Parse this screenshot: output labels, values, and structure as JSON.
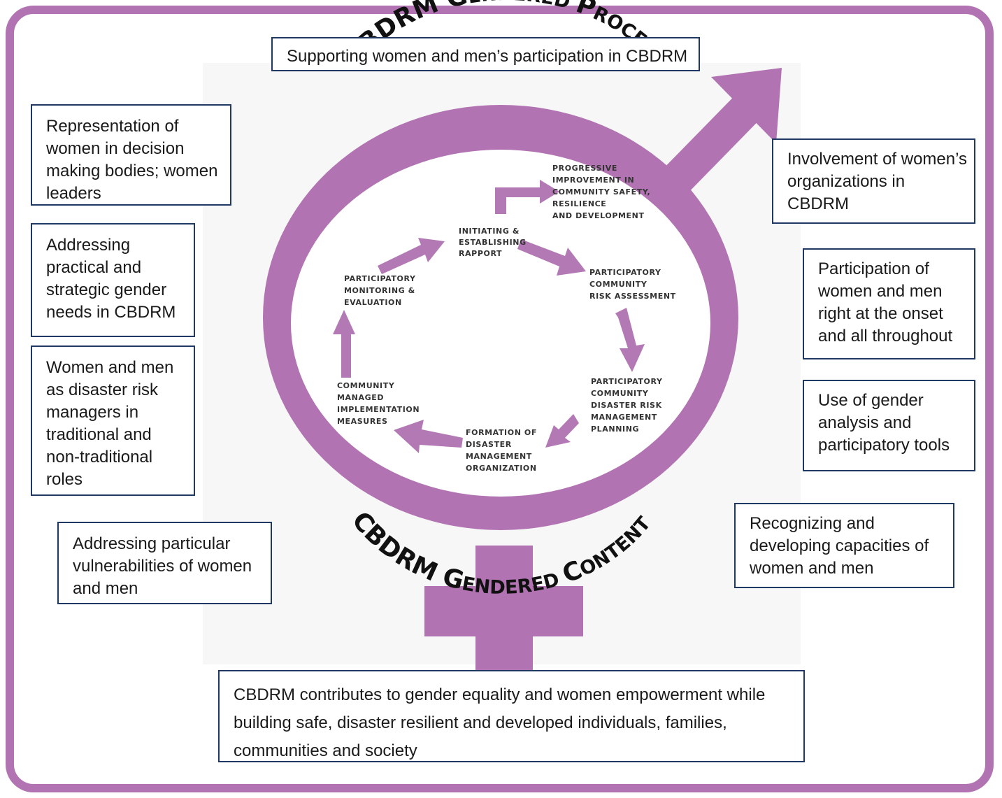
{
  "colors": {
    "frame": "#b273b2",
    "symbol": "#b273b2",
    "cycle_arrow": "#b379b5",
    "box_border": "#1f3864",
    "text": "#1a1a1a"
  },
  "symbol": {
    "arc_top": "CBDRM Gendered Process",
    "arc_bottom": "CBDRM Gendered Content",
    "ring_top_text_a": "CBDRM G",
    "ring_top_text_b": "ENDERED ",
    "ring_top_text_c": "P",
    "ring_top_text_d": "ROCESS",
    "ring_bottom_text_a": "CBDRM G",
    "ring_bottom_text_b": "ENDERED ",
    "ring_bottom_text_c": "C",
    "ring_bottom_text_d": "ONTENT"
  },
  "cycle": {
    "steps": [
      {
        "id": "initiating",
        "lines": [
          "INITIATING &",
          "ESTABLISHING",
          "RAPPORT"
        ]
      },
      {
        "id": "risk-assessment",
        "lines": [
          "PARTICIPATORY",
          "COMMUNITY",
          "RISK ASSESSMENT"
        ]
      },
      {
        "id": "drm-planning",
        "lines": [
          "PARTICIPATORY",
          "COMMUNITY",
          "DISASTER RISK",
          "MANAGEMENT",
          "PLANNING"
        ]
      },
      {
        "id": "organization",
        "lines": [
          "FORMATION OF",
          "DISASTER",
          "MANAGEMENT",
          "ORGANIZATION"
        ]
      },
      {
        "id": "implementation",
        "lines": [
          "COMMUNITY",
          "MANAGED",
          "IMPLEMENTATION",
          "MEASURES"
        ]
      },
      {
        "id": "monitoring",
        "lines": [
          "PARTICIPATORY",
          "MONITORING &",
          "EVALUATION"
        ]
      }
    ],
    "outcome": {
      "lines": [
        "PROGRESSIVE",
        "IMPROVEMENT IN",
        "COMMUNITY SAFETY,",
        "RESILIENCE",
        "AND DEVELOPMENT"
      ]
    }
  },
  "boxes": {
    "top": "Supporting women and men’s  participation in CBDRM",
    "left_1": "Representation of\nwomen in  decision\nmaking bodies; women\nleaders",
    "left_2": "Addressing\npractical and\nstrategic gender\nneeds in CBDRM",
    "left_3": "Women and men\nas disaster  risk\nmanagers in\ntraditional and\nnon-traditional\nroles",
    "left_4": "Addressing  particular\nvulnerabilities  of women\nand men",
    "right_1": "Involvement of women’s\norganizations in\nCBDRM",
    "right_2": "Participation of\nwomen and men\nright at the onset\nand  all throughout",
    "right_3": "Use  of gender\nanalysis and\nparticipatory tools",
    "right_4": "Recognizing and\ndeveloping  capacities of\nwomen and men",
    "bottom": "CBDRM contributes to gender equality and women empowerment while\nbuilding safe,  disaster resilient  and  developed individuals,  families,\ncommunities  and society"
  }
}
